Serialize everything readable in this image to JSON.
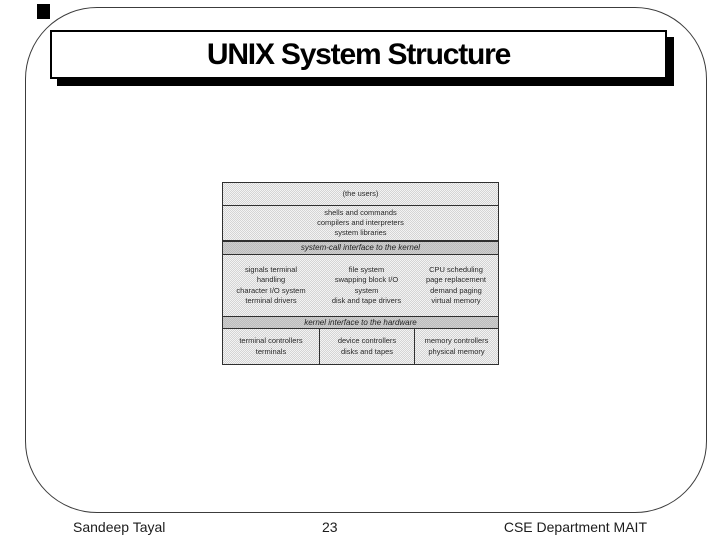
{
  "slide": {
    "title": "UNIX System Structure"
  },
  "footer": {
    "author": "Sandeep Tayal",
    "slide_number": "23",
    "organization": "CSE Department MAIT"
  },
  "diagram": {
    "users": "(the users)",
    "user_programs": [
      "shells and commands",
      "compilers and interpreters",
      "system libraries"
    ],
    "syscall_band": "system-call interface to the kernel",
    "kernel": {
      "col1": [
        "signals terminal",
        "handling",
        "character I/O system",
        "terminal drivers"
      ],
      "col2": [
        "file system",
        "swapping block I/O",
        "system",
        "disk and tape drivers"
      ],
      "col3": [
        "CPU scheduling",
        "page replacement",
        "demand paging",
        "virtual memory"
      ]
    },
    "hardware_band": "kernel interface to the hardware",
    "hardware": {
      "col1": [
        "terminal controllers",
        "terminals"
      ],
      "col2": [
        "device controllers",
        "disks and tapes"
      ],
      "col3": [
        "memory controllers",
        "physical memory"
      ]
    },
    "colors": {
      "cell_bg_light": "#f3f3f3",
      "cell_bg_dark": "#d4d4d4",
      "band_bg": "#c6c6c6",
      "border": "#2f2f2f"
    }
  }
}
